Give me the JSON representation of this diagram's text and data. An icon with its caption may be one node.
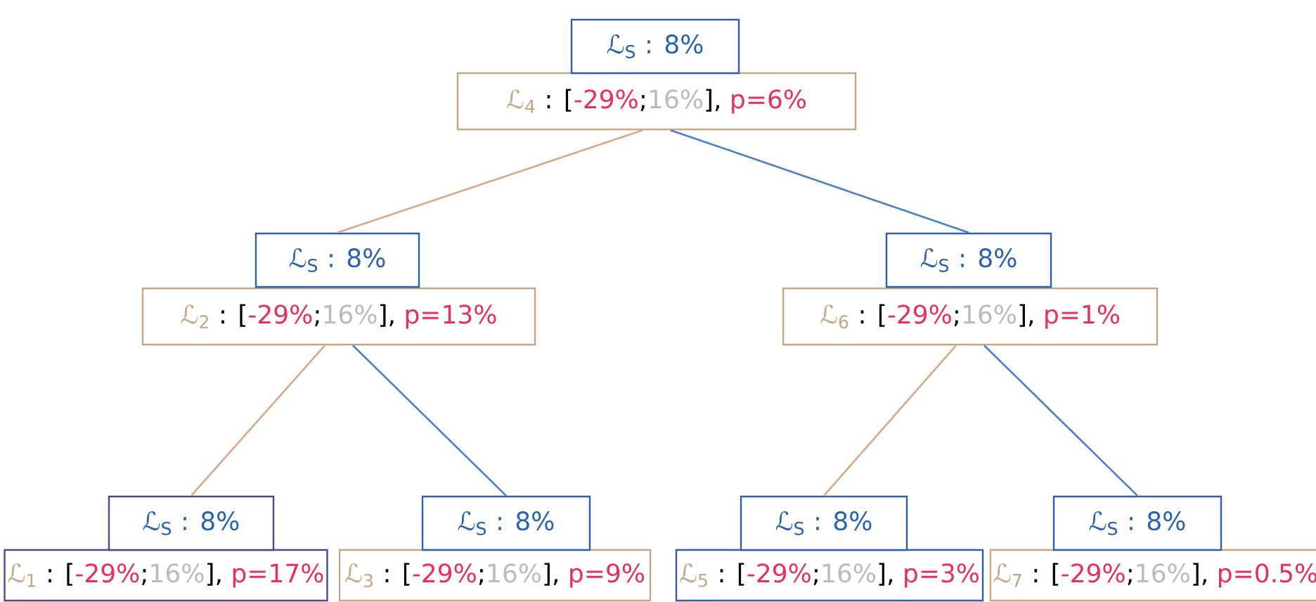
{
  "diagram": {
    "nodes": [
      {
        "text": [
          "ℒ$_{S}$ : 8%"
        ]
      },
      {
        "text": [
          "ℒ$_{4}$",
          ": [",
          "-29%",
          ";",
          "16%",
          "],",
          "p=6%"
        ]
      },
      {
        "text": [
          "ℒ$_{S}$ : 8%"
        ]
      },
      {
        "text": [
          "ℒ$_{2}$",
          ": [",
          "-29%",
          ";",
          "16%",
          "],",
          "p=13%"
        ]
      },
      {
        "text": [
          "ℒ$_{S}$ : 8%"
        ]
      },
      {
        "text": [
          "ℒ$_{6}$",
          ": [",
          "-29%",
          ";",
          "16%",
          "],",
          "p=1%"
        ]
      },
      {
        "text": [
          "ℒ$_{S}$ : 8%"
        ]
      },
      {
        "text": [
          "ℒ$_{1}$",
          ": [",
          "-29%",
          ";",
          "16%",
          "],",
          "p=17%"
        ]
      },
      {
        "text": [
          "ℒ$_{S}$ : 8%"
        ]
      },
      {
        "text": [
          "ℒ$_{3}$",
          ": [",
          "-29%",
          ";",
          "16%",
          "],",
          "p=9%"
        ]
      },
      {
        "text": [
          "ℒ$_{S}$ : 8%"
        ]
      },
      {
        "text": [
          "ℒ$_{5}$",
          ": [",
          "-29%",
          ";",
          "16%",
          "],",
          "p=3%"
        ]
      },
      {
        "text": [
          "ℒ$_{S}$ : 8%"
        ]
      },
      {
        "text": [
          "ℒ$_{7}$",
          ": [",
          "-29%",
          ";",
          "16%",
          "],",
          "p=0.5%"
        ]
      }
    ],
    "edges": [
      {
        "from": 1,
        "to": 2,
        "arrow": "none",
        "color": "#d9a888"
      },
      {
        "from": 1,
        "to": 4,
        "arrow": "none",
        "color": "#4a7fc8"
      },
      {
        "from": 3,
        "to": 6,
        "arrow": "none",
        "color": "#d9a888"
      },
      {
        "from": 3,
        "to": 8,
        "arrow": "none",
        "color": "#4a7fc8"
      },
      {
        "from": 5,
        "to": 10,
        "arrow": "none",
        "color": "#d9a888"
      },
      {
        "from": 5,
        "to": 12,
        "arrow": "none",
        "color": "#4a7fc8"
      }
    ]
  }
}
